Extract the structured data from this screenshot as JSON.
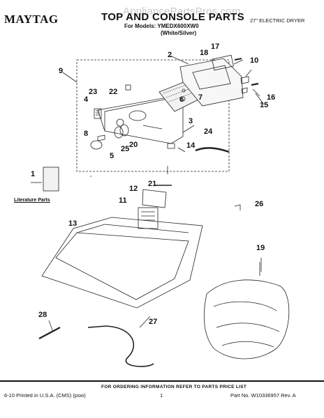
{
  "watermark": "AppliancePartsPros.com",
  "header": {
    "brand": "MAYTAG",
    "title": "TOP AND CONSOLE PARTS",
    "models": "For Models: YMEDX600XW0",
    "color": "(White/Silver)",
    "product_type": "27\" ELECTRIC DRYER"
  },
  "literature_label": "Literature Parts",
  "callouts": [
    "1",
    "2",
    "3",
    "4",
    "5",
    "6",
    "7",
    "8",
    "9",
    "10",
    "11",
    "12",
    "13",
    "14",
    "15",
    "16",
    "17",
    "18",
    "19",
    "20",
    "21",
    "22",
    "23",
    "24",
    "25",
    "26",
    "27",
    "28"
  ],
  "footer": {
    "order_info": "FOR ORDERING INFORMATION REFER TO PARTS PRICE LIST",
    "printed": "6-10 Printed in U.S.A. (CMS) (psw)",
    "page": "1",
    "part_no": "Part No. W10336957 Rev. A"
  }
}
